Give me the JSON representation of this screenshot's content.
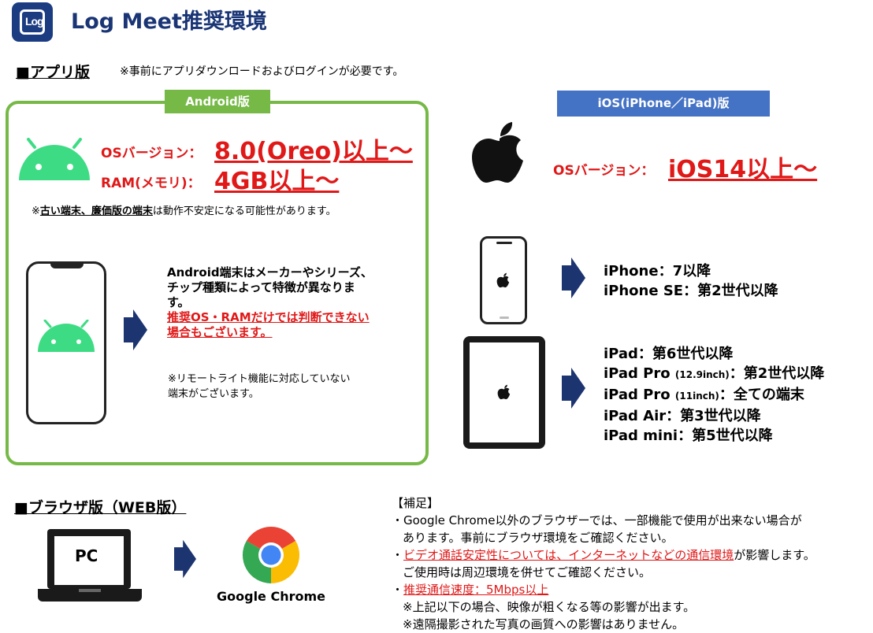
{
  "header": {
    "logo_text": "Log",
    "title": "Log Meet推奨環境"
  },
  "app_section": {
    "heading": "■アプリ版",
    "note": "※事前にアプリダウンロードおよびログインが必要です。"
  },
  "android": {
    "tag": "Android版",
    "os_label": "OSバージョン：",
    "os_value": "8.0(Oreo)以上～",
    "ram_label": "RAM(メモリ)：",
    "ram_value": "4GB以上～",
    "warning_prefix": "※",
    "warning_bold": "古い端末、廉価版の端末",
    "warning_suffix": "は動作不安定になる可能性があります。",
    "desc_line1": "Android端末はメーカーやシリーズ、",
    "desc_line2": "チップ種類によって特徴が異なりま",
    "desc_line3": "す。",
    "desc_red1": "推奨OS・RAMだけでは判断できない",
    "desc_red2": "場合もございます。",
    "remote_note1": "※リモートライト機能に対応していない",
    "remote_note2": "端末がございます。",
    "brand_color": "#76b947"
  },
  "ios": {
    "tag": "iOS(iPhone／iPad)版",
    "os_label": "OSバージョン：",
    "os_value": "iOS14以上～",
    "iphone": [
      "iPhone：7以降",
      "iPhone SE：第2世代以降"
    ],
    "ipad": {
      "l1": "iPad：第6世代以降",
      "l2a": "iPad Pro ",
      "l2b": "(12.9inch)",
      "l2c": "：第2世代以降",
      "l3a": "iPad Pro ",
      "l3b": "(11inch)",
      "l3c": "：全ての端末",
      "l4": "iPad Air：第3世代以降",
      "l5": "iPad mini：第5世代以降"
    },
    "brand_color": "#4472c4"
  },
  "web_section": {
    "heading": "■ブラウザ版（WEB版）",
    "pc_label": "PC",
    "browser_label": "Google Chrome"
  },
  "notes": {
    "title": "【補足】",
    "n1a": "・Google Chrome以外のブラウザーでは、一部機能で使用が出来ない場合が",
    "n1b": "あります。事前にブラウザ環境をご確認ください。",
    "n2_bullet": "・",
    "n2_red": "ビデオ通話安定性については、インターネットなどの通信環境",
    "n2_rest": "が影響します。",
    "n2b": "ご使用時は周辺環境を併せてご確認ください。",
    "n3_bullet": "・",
    "n3_red": "推奨通信速度：5Mbps以上",
    "n3b": "※上記以下の場合、映像が粗くなる等の影響が出ます。",
    "n3c": "※遠隔撮影された写真の画質への影響はありません。"
  },
  "colors": {
    "accent_red": "#e01818",
    "navy": "#1a3575",
    "arrow": "#1c3470"
  }
}
